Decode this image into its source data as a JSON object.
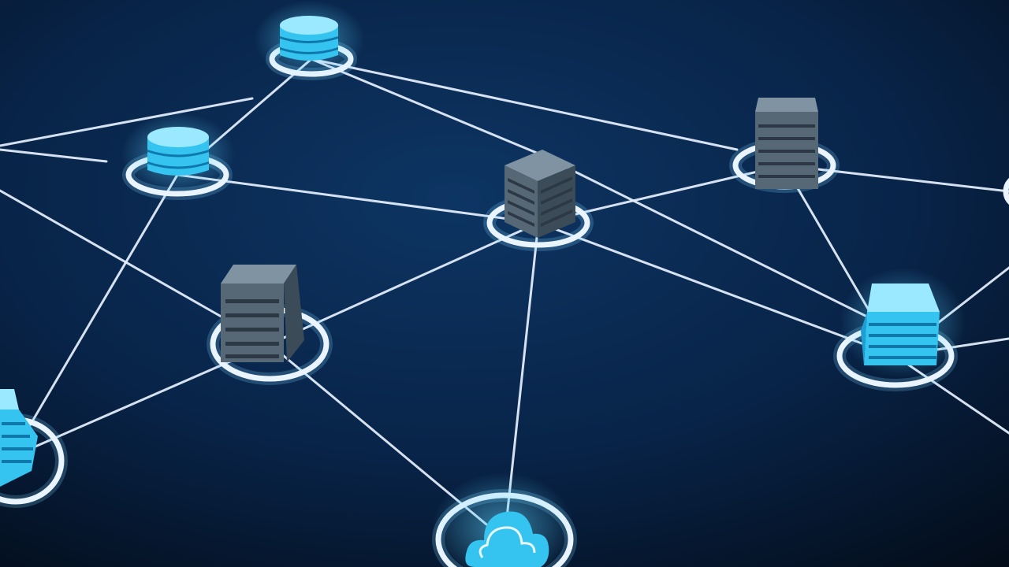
{
  "scene": {
    "background_top": "#0a2a52",
    "background_bottom": "#04101f",
    "line_color": "#e8f2ff",
    "ring_color": "#eaf4ff",
    "glow_color": "#4fd0ff",
    "nodes": [
      {
        "id": "database-top",
        "icon": "database-icon",
        "style": "glass"
      },
      {
        "id": "database-left",
        "icon": "database-icon",
        "style": "glass"
      },
      {
        "id": "server-center",
        "icon": "server-icon",
        "style": "dark"
      },
      {
        "id": "server-top-right",
        "icon": "server-icon",
        "style": "dark"
      },
      {
        "id": "server-left",
        "icon": "server-icon",
        "style": "dark"
      },
      {
        "id": "server-right",
        "icon": "server-icon",
        "style": "glass"
      },
      {
        "id": "server-bottom-left",
        "icon": "server-icon",
        "style": "glass"
      },
      {
        "id": "cloud-bottom",
        "icon": "cloud-icon",
        "style": "glass"
      }
    ]
  }
}
